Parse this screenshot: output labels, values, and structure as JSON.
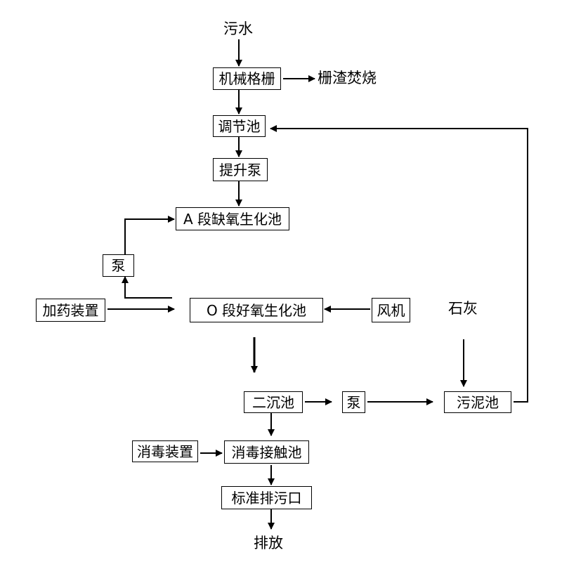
{
  "nodes": {
    "sewage": "污水",
    "screen": "机械格栅",
    "screen_residue": "栅渣焚烧",
    "equalization_tank": "调节池",
    "lift_pump": "提升泵",
    "a_tank": "A 段缺氧生化池",
    "return_pump": "泵",
    "dosing_device": "加药装置",
    "o_tank": "O 段好氧生化池",
    "blower": "风机",
    "lime": "石灰",
    "secondary_clarifier": "二沉池",
    "sludge_pump": "泵",
    "sludge_tank": "污泥池",
    "disinfection_device": "消毒装置",
    "contact_tank": "消毒接触池",
    "outfall": "标准排污口",
    "discharge": "排放"
  },
  "colors": {
    "line": "#000000",
    "background": "#ffffff"
  }
}
